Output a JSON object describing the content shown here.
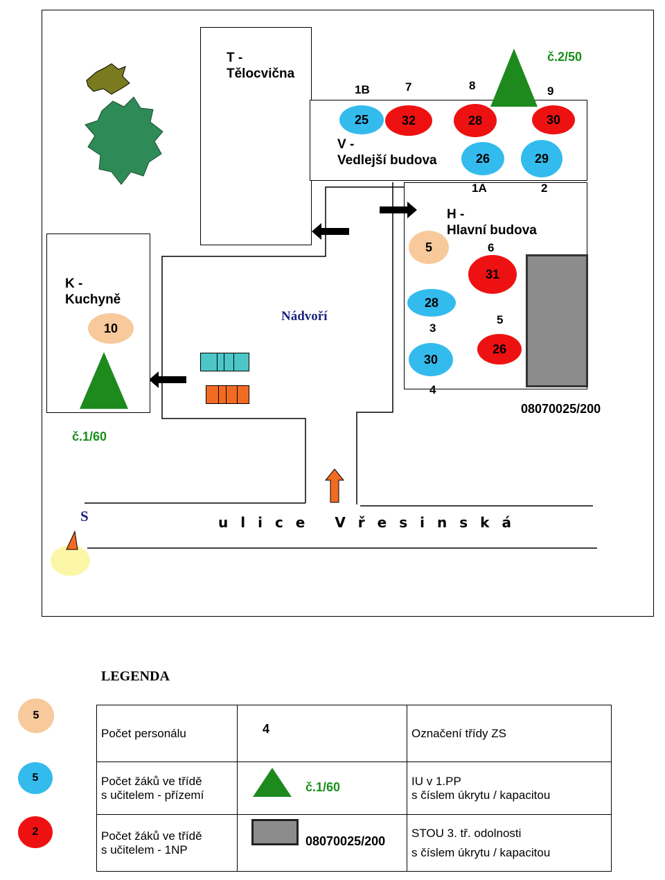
{
  "buildings": {
    "telocvicna": "T -\nTělocvična",
    "vedlejsi": "V -\nVedlejší budova",
    "hlavni": "H -\nHlavní budova",
    "kuchyne": "K -\nKuchyně"
  },
  "courtyard_label": "Nádvoří",
  "street_name": "ulice Vřesinská",
  "start_marker": "S",
  "shelters": {
    "iu1": "č.2/50",
    "iu2": "č.1/60",
    "stou": "08070025/200"
  },
  "class_labels": {
    "v_1b": "1B",
    "v_7": "7",
    "v_8": "8",
    "v_9": "9",
    "h_1a": "1A",
    "h_2": "2",
    "h_6": "6",
    "h_3": "3",
    "h_5": "5",
    "h_4": "4"
  },
  "counts": {
    "v_25": "25",
    "v_32": "32",
    "v_28": "28",
    "v_30": "30",
    "v_26": "26",
    "v_29": "29",
    "h_staff5": "5",
    "h_31": "31",
    "h_28": "28",
    "h_26": "26",
    "h_30": "30",
    "k_staff10": "10"
  },
  "legend": {
    "title": "LEGENDA",
    "symbols": {
      "staff": "5",
      "ground": "5",
      "floor1": "2"
    },
    "rows": [
      {
        "desc_line1": "Počet personálu",
        "desc_line2": "",
        "symbol_text": "4",
        "note_line1": "Označení třídy ZS",
        "note_line2": ""
      },
      {
        "desc_line1": "Počet žáků ve třídě",
        "desc_line2": "s učitelem - přízemí",
        "symbol_text": "č.1/60",
        "note_line1": "IU v 1.PP",
        "note_line2": "s číslem úkrytu / kapacitou"
      },
      {
        "desc_line1": "Počet žáků ve třídě",
        "desc_line2": "s učitelem - 1NP",
        "symbol_text": "08070025/200",
        "note_line1": "STOU 3. tř. odolnosti",
        "note_line2": "s číslem úkrytu / kapacitou"
      }
    ]
  },
  "colors": {
    "staff": "#f7c99b",
    "ground": "#33bbee",
    "floor1": "#ee1111",
    "shelter_green": "#1a8f1a",
    "stou_gray": "#8c8c8c",
    "courtyard_text": "#1a237e"
  }
}
